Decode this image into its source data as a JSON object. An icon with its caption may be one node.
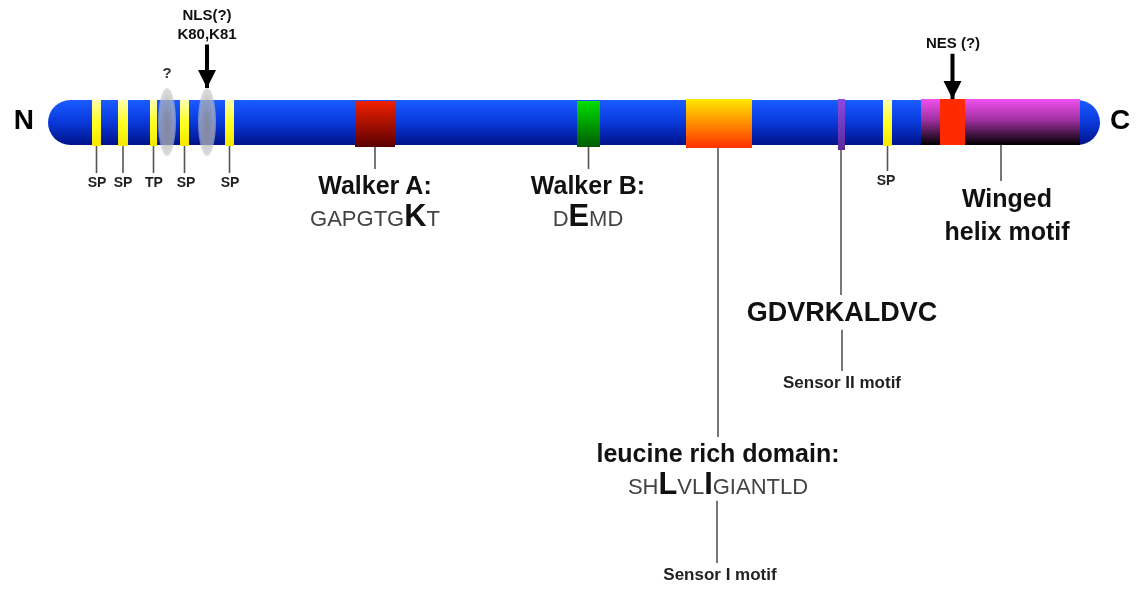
{
  "diagram": {
    "nodes": [
      {
        "text": [],
        "shape": "bar",
        "beside": [
          "N",
          "C"
        ]
      },
      {
        "text": [],
        "shape": "bar",
        "in": 0
      },
      {
        "text": [],
        "shape": "bar",
        "in": 0
      },
      {
        "text": [],
        "shape": "bar",
        "in": 0
      },
      {
        "text": [],
        "shape": "ellipse",
        "in": 0,
        "beside": [
          "?"
        ]
      },
      {
        "text": [],
        "shape": "bar",
        "in": 0
      },
      {
        "text": [],
        "shape": "ellipse",
        "in": 0
      },
      {
        "text": [],
        "shape": "bar",
        "in": 0
      },
      {
        "text": [],
        "shape": "box",
        "in": 0
      },
      {
        "text": [],
        "shape": "box",
        "in": 0
      },
      {
        "text": [],
        "shape": "box",
        "in": 0
      },
      {
        "text": [],
        "shape": "bar",
        "in": 0
      },
      {
        "text": [],
        "shape": "bar",
        "in": 0
      },
      {
        "text": [],
        "shape": "box",
        "in": 0
      },
      {
        "text": [],
        "shape": "box",
        "in": 13
      },
      {
        "text": [
          "NLS(?)",
          "K80,K81"
        ]
      },
      {
        "text": [
          "NES (?)"
        ]
      },
      {
        "text": [
          "SP"
        ]
      },
      {
        "text": [
          "SP"
        ]
      },
      {
        "text": [
          "TP"
        ]
      },
      {
        "text": [
          "SP"
        ]
      },
      {
        "text": [
          "SP"
        ]
      },
      {
        "text": [
          "Walker A:",
          "GAPGTG**K**T"
        ]
      },
      {
        "text": [
          "Walker B:",
          "D**E**MD"
        ]
      },
      {
        "text": [
          "SP"
        ]
      },
      {
        "text": [
          "Winged helix motif"
        ]
      },
      {
        "text": [
          "GDVRKALDVC"
        ]
      },
      {
        "text": [
          "Sensor II motif"
        ]
      },
      {
        "text": [
          "leucine rich domain:",
          "SH**L**VL**I**GIANTLD"
        ]
      },
      {
        "text": [
          "Sensor I motif"
        ]
      }
    ],
    "edges": [
      {
        "from": 15,
        "to": 6,
        "arrow": "to",
        "style": "thick"
      },
      {
        "from": 16,
        "to": 14,
        "arrow": "to",
        "style": "thick"
      },
      {
        "from": 17,
        "to": 1,
        "arrow": "none"
      },
      {
        "from": 18,
        "to": 2,
        "arrow": "none"
      },
      {
        "from": 19,
        "to": 3,
        "arrow": "none"
      },
      {
        "from": 20,
        "to": 5,
        "arrow": "none"
      },
      {
        "from": 21,
        "to": 7,
        "arrow": "none"
      },
      {
        "from": 22,
        "to": 8,
        "arrow": "none"
      },
      {
        "from": 23,
        "to": 9,
        "arrow": "none"
      },
      {
        "from": 24,
        "to": 12,
        "arrow": "none"
      },
      {
        "from": 25,
        "to": 13,
        "arrow": "none"
      },
      {
        "from": 26,
        "to": 11,
        "arrow": "none"
      },
      {
        "from": 27,
        "to": 26,
        "arrow": "none"
      },
      {
        "from": 28,
        "to": 10,
        "arrow": "none"
      },
      {
        "from": 29,
        "to": 28,
        "arrow": "none"
      }
    ]
  }
}
